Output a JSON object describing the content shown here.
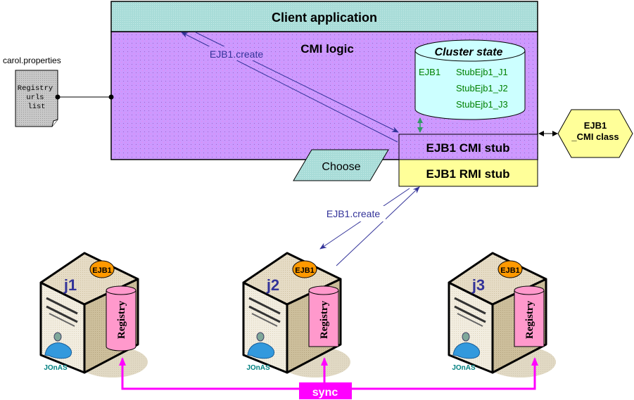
{
  "client_app": {
    "title": "Client application"
  },
  "cmi_logic": {
    "title": "CMI logic"
  },
  "call_label_top": "EJB1.create",
  "call_label_bottom": "EJB1.create",
  "config_file": {
    "filename": "carol.properties",
    "lines": [
      "Registry",
      "urls",
      "list"
    ]
  },
  "cluster_state": {
    "title": "Cluster state",
    "bean": "EJB1",
    "stubs": [
      "StubEjb1_J1",
      "StubEjb1_J2",
      "StubEjb1_J3"
    ]
  },
  "cmi_stub": {
    "label": "EJB1 CMI stub"
  },
  "rmi_stub": {
    "label": "EJB1 RMI stub"
  },
  "cmi_class": {
    "line1": "EJB1",
    "line2": "_CMI class"
  },
  "choose": {
    "label": "Choose"
  },
  "servers": [
    {
      "name": "j1",
      "bean": "EJB1",
      "registry": "Registry",
      "logo": "JOnAS"
    },
    {
      "name": "j2",
      "bean": "EJB1",
      "registry": "Registry",
      "logo": "JOnAS"
    },
    {
      "name": "j3",
      "bean": "EJB1",
      "registry": "Registry",
      "logo": "JOnAS"
    }
  ],
  "sync": {
    "label": "sync"
  },
  "colors": {
    "client_bg": "#a8dcd8",
    "cmi_bg": "#cc99ff",
    "cluster_bg": "#ccffff",
    "cluster_text": "#008000",
    "stub_rmi_bg": "#ffff99",
    "hexagon_bg": "#ffff99",
    "choose_bg": "#a8dcd8",
    "arrow": "#333399",
    "sync": "#ff00ff",
    "registry": "#ff99cc",
    "bean_badge": "#ff9900"
  }
}
